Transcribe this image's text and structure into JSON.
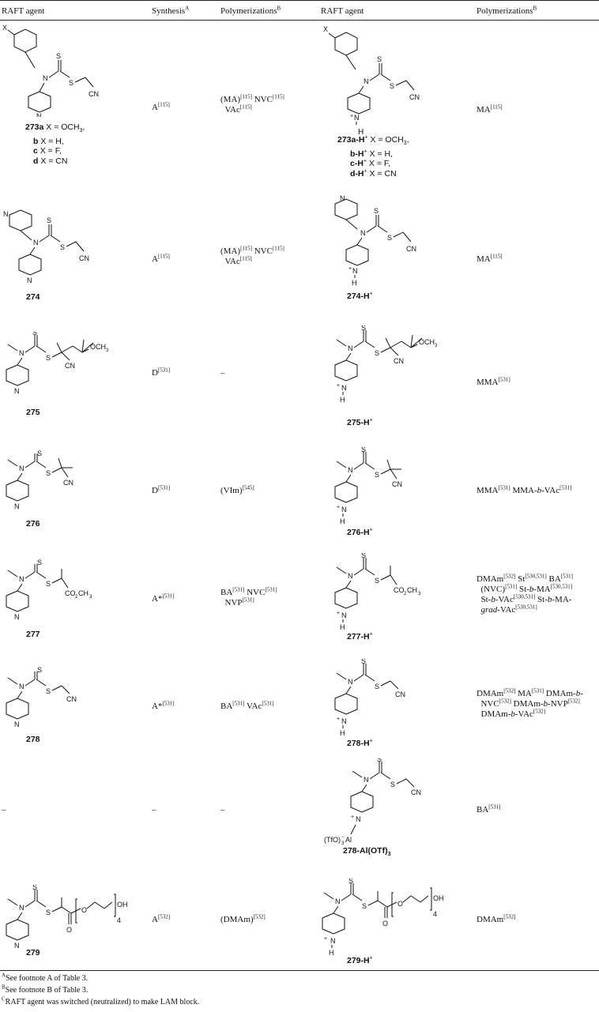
{
  "header": {
    "col_raft1": "RAFT agent",
    "col_synth": "Synthesis",
    "col_synth_sup": "A",
    "col_poly1": "Polymerizations",
    "col_poly1_sup": "B",
    "col_raft2": "RAFT agent",
    "col_poly2": "Polymerizations",
    "col_poly2_sup": "B"
  },
  "rows": [
    {
      "label": "273a X = OCH3, b X = H, c X = F, d X = CN",
      "synthesis": "A[115]",
      "poly1": "(MA)[115] NVC[115] VAc[115]",
      "label_h": "273a-H+ X = OCH3, b-H+ X = H, c-H+ X = F, d-H+ X = CN",
      "poly2": "MA[115]"
    },
    {
      "label": "274",
      "synthesis": "A[115]",
      "poly1": "(MA)[115] NVC[115] VAc[115]",
      "label_h": "274-H+",
      "poly2": "MA[115]"
    },
    {
      "label": "275",
      "synthesis": "D[531]",
      "poly1": "–",
      "label_h": "275-H+",
      "poly2": "MMA[531]"
    },
    {
      "label": "276",
      "synthesis": "D[531]",
      "poly1": "(VIm)[545]",
      "label_h": "276-H+",
      "poly2": "MMA[531] MMA-b-VAc[531]"
    },
    {
      "label": "277",
      "synthesis": "A*[531]",
      "poly1": "BA[531] NVC[531] NVP[531]",
      "label_h": "277-H+",
      "poly2": "DMAm[532] St[530,531] BA[531] (NVC)[531] St-b-MA[530,531] St-b-VAc[530,531] St-b-MA-grad-VAc[530,531]"
    },
    {
      "label": "278",
      "synthesis": "A*[531]",
      "poly1": "BA[531] VAc[531]",
      "label_h": "278-H+",
      "poly2": "DMAm[532] MA[531] DMAm-b-NVC[532] DMAm-b-NVP[532] DMAm-b-VAc[532]"
    },
    {
      "label": "–",
      "synthesis": "–",
      "poly1": "–",
      "label_h": "278-Al(OTf)3",
      "poly2": "BA[531]"
    },
    {
      "label": "279",
      "synthesis": "A[532]",
      "poly1": "(DMAm)[532]",
      "label_h": "279-H+",
      "poly2": "DMAm[532]"
    }
  ],
  "footnotes": {
    "a_mark": "A",
    "a_text": "See footnote A of Table 3.",
    "b_mark": "B",
    "b_text": "See footnote B of Table 3.",
    "c_mark": "C",
    "c_text": "RAFT agent was switched (neutralized) to make LAM block."
  },
  "atoms": {
    "X": "X",
    "S": "S",
    "N": "N",
    "CN": "CN",
    "OCH3": "OCH3",
    "CO2CH3": "CO2CH3",
    "H": "H",
    "O": "O",
    "OH": "OH",
    "n4": "4",
    "plus": "+",
    "TfO3Al": "(TfO)3Al",
    "minus": "−"
  }
}
